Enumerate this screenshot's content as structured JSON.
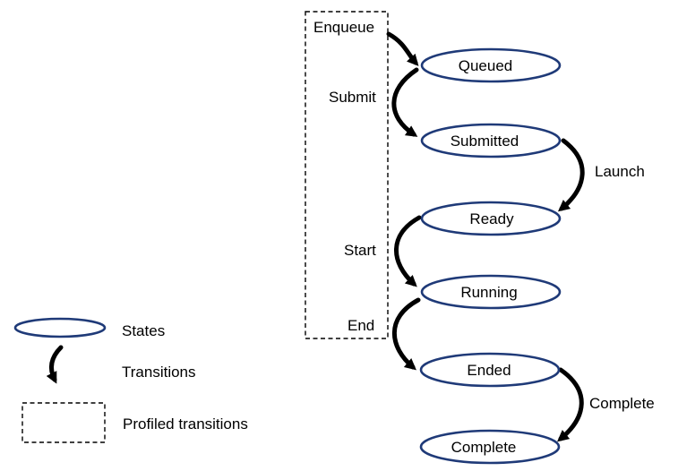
{
  "states": [
    "Queued",
    "Submitted",
    "Ready",
    "Running",
    "Ended",
    "Complete"
  ],
  "transitions": {
    "enqueue": "Enqueue",
    "submit": "Submit",
    "launch": "Launch",
    "start": "Start",
    "end": "End",
    "complete": "Complete"
  },
  "legend": {
    "states": "States",
    "transitions": "Transitions",
    "profiled": "Profiled transitions"
  },
  "colors": {
    "state_stroke": "#1f3a78",
    "arrow": "#000000"
  }
}
